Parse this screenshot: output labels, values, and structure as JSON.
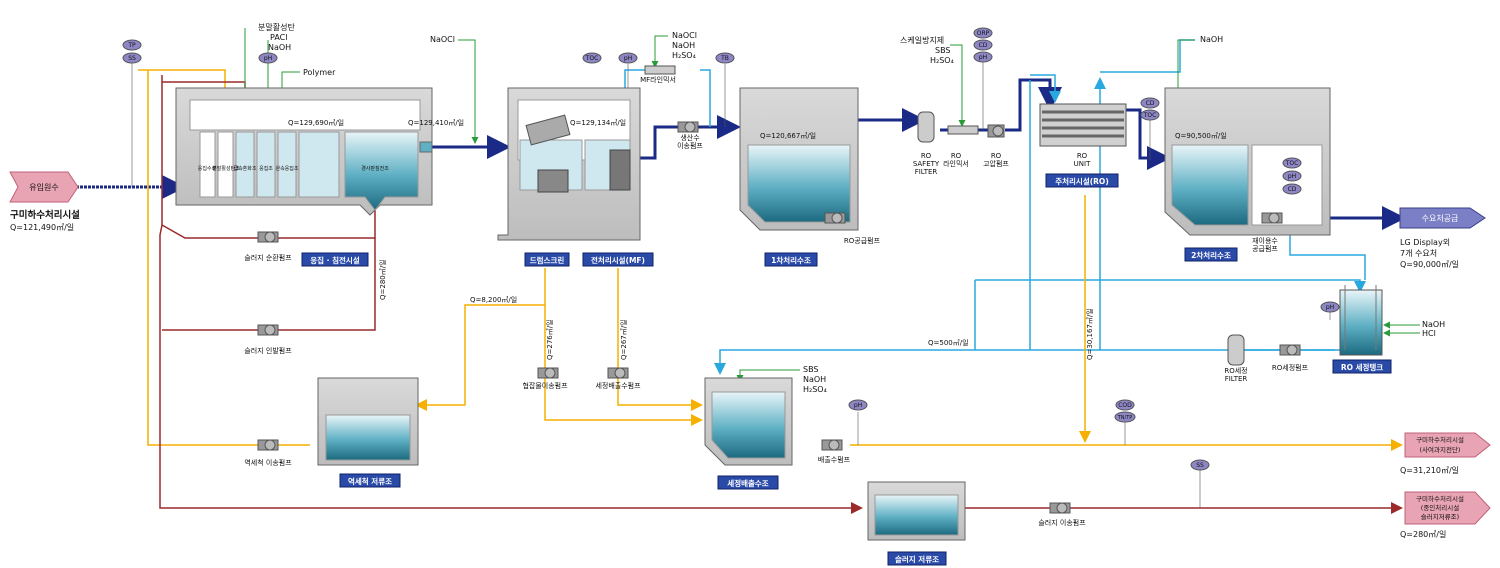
{
  "inlet": {
    "label": "유입원수",
    "name": "구미하수처리시설",
    "flow": "Q=121,490㎥/일"
  },
  "chemicals": {
    "coag": [
      "분말활성탄",
      "PACl",
      "NaOH"
    ],
    "polymer": "Polymer",
    "naocl": "NaOCl",
    "mf": [
      "NaOCl",
      "NaOH",
      "H₂SO₄"
    ],
    "ro": [
      "스케일방지제",
      "SBS",
      "H₂SO₄"
    ],
    "naoh2": "NaOH",
    "wash": [
      "SBS",
      "NaOH",
      "H₂SO₄"
    ],
    "ro_tank": [
      "NaOH",
      "HCl"
    ]
  },
  "sensors": {
    "tp": "TP",
    "ss": "SS",
    "ph": "pH",
    "toc": "TOC",
    "tb": "TB",
    "orp": "ORP",
    "cd": "CD",
    "cod": "COD",
    "tntp": "TN/TP"
  },
  "flows": {
    "q1": "Q=129,690㎥/일",
    "q2": "Q=129,410㎥/일",
    "q3": "Q=129,134㎥/일",
    "q4": "Q=120,667㎥/일",
    "q5": "Q=90,500㎥/일",
    "q6": "Q=280㎥/일",
    "q7": "Q=8,200㎥/일",
    "q8": "Q=276㎥/일",
    "q9": "Q=267㎥/일",
    "q10": "Q=500㎥/일",
    "q11": "Q=30,167㎥/일"
  },
  "units": {
    "coag_tank": "응집 · 침전시설",
    "drum": "드럼스크린",
    "pre": "전처리시설(MF)",
    "first": "1차처리수조",
    "ro_main": "주처리시설(RO)",
    "second": "2차처리수조",
    "ro_tank": "RO 세정탱크",
    "wash_tank": "세정배출수조",
    "back_tank": "역세척 저류조",
    "sludge_tank": "슬러지 저류조"
  },
  "compartments": [
    "응집수로",
    "분말활성탄조",
    "급속혼화조",
    "응집조",
    "완속응집조",
    "경사판침전조"
  ],
  "equipment": {
    "mf_mixer": "MF라인믹서",
    "prod_pump": [
      "생산수",
      "이송펌프"
    ],
    "ro_safety": [
      "RO",
      "SAFETY",
      "FILTER"
    ],
    "ro_mixer": [
      "RO",
      "라인믹서"
    ],
    "ro_hp": [
      "RO",
      "고압펌프"
    ],
    "ro_unit": [
      "RO",
      "UNIT"
    ],
    "ro_feed": "RO공급펌프",
    "re_pump": [
      "재이용수",
      "공급펌프"
    ],
    "sludge_circ": "슬러지 순환펌프",
    "sludge_draw": "슬러지 인발펌프",
    "concentrate": "협잡물이송펌프",
    "wash_drain": "세정배출수펌프",
    "back_pump": "역세척 이송펌프",
    "drain_pump": "배출수펌프",
    "sludge_transfer": "슬러지 이송펌프",
    "ro_wash_filter": [
      "RO세정",
      "FILTER"
    ],
    "ro_wash_pump": "RO세정펌프"
  },
  "outputs": {
    "supply": {
      "label": "수요처공급",
      "dest": [
        "LG Display외",
        "7개 수요처"
      ],
      "flow": "Q=90,000㎥/일"
    },
    "out1": {
      "label": [
        "구미하수처리시설",
        "(사여과지전단)"
      ],
      "flow": "Q=31,210㎥/일"
    },
    "out2": {
      "label": [
        "구미하수처리시설",
        "(중인처리시설",
        "슬러지저류조)"
      ],
      "flow": "Q=280㎥/일"
    }
  },
  "colors": {
    "blue": "#1e2f8c",
    "cyan": "#29a8e0",
    "orange": "#f5b000",
    "red": "#9b2a2a",
    "green": "#2a9b3a",
    "navy": "#1a2a86",
    "water": "#3b93a8"
  }
}
